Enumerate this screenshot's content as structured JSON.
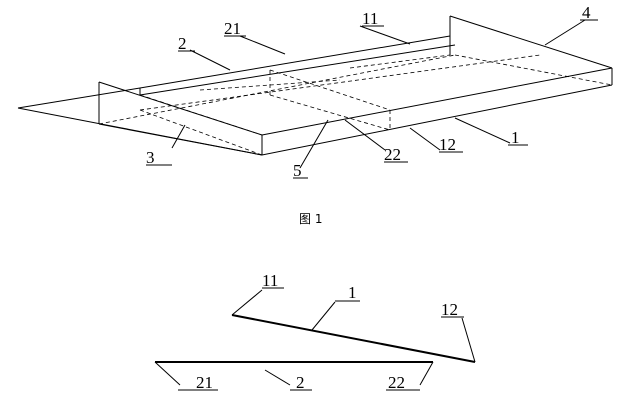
{
  "figure1": {
    "labels": {
      "l1": "1",
      "l2": "2",
      "l3": "3",
      "l4": "4",
      "l5": "5",
      "l11": "11",
      "l12": "12",
      "l21": "21",
      "l22": "22"
    },
    "caption": "图 1"
  },
  "figure2": {
    "labels": {
      "l1": "1",
      "l2": "2",
      "l11": "11",
      "l12": "12",
      "l21": "21",
      "l22": "22"
    }
  }
}
